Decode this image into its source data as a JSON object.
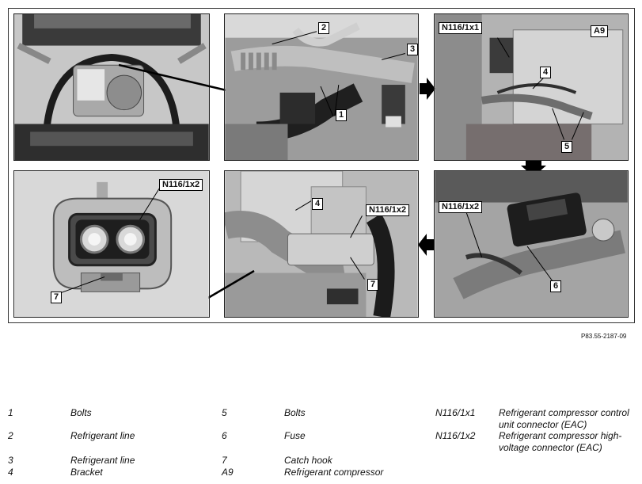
{
  "figure_ref": "P83.55-2187-09",
  "callouts": {
    "c1": "1",
    "c2": "2",
    "c3": "3",
    "c4a": "4",
    "c4b": "4",
    "c5": "5",
    "c6": "6",
    "c7a": "7",
    "c7b": "7",
    "n116x1": "N116/1x1",
    "a9": "A9",
    "n116x2a": "N116/1x2",
    "n116x2b": "N116/1x2",
    "n116x2c": "N116/1x2"
  },
  "legend": [
    {
      "num": "1",
      "desc": "Bolts"
    },
    {
      "num": "2",
      "desc": "Refrigerant line"
    },
    {
      "num": "3",
      "desc": "Refrigerant line"
    },
    {
      "num": "4",
      "desc": "Bracket"
    },
    {
      "num": "5",
      "desc": "Bolts"
    },
    {
      "num": "6",
      "desc": "Fuse"
    },
    {
      "num": "7",
      "desc": "Catch hook"
    },
    {
      "num": "A9",
      "desc": "Refrigerant compressor"
    },
    {
      "num": "N116/1x1",
      "desc": "Refrigerant compressor control unit connector (EAC)"
    },
    {
      "num": "N116/1x2",
      "desc": "Refrigerant compressor high-voltage connector (EAC)"
    }
  ]
}
